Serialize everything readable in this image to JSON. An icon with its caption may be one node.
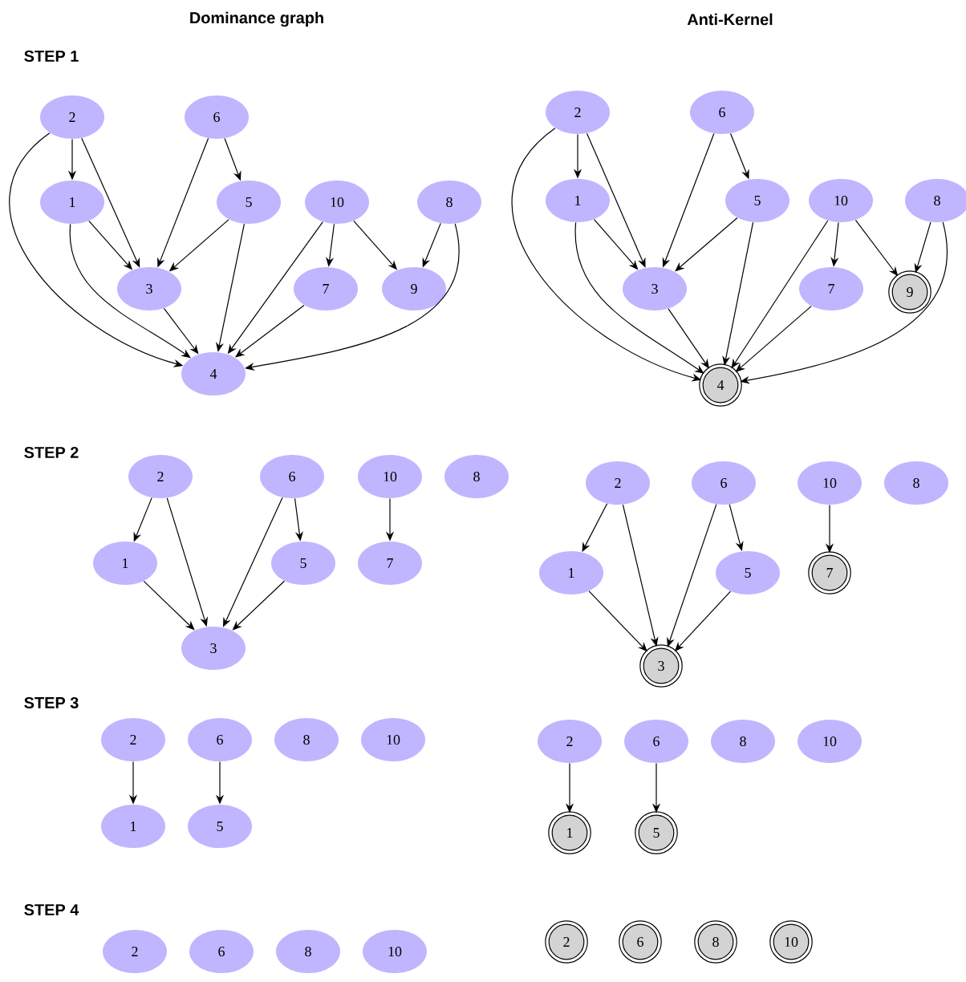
{
  "diagram": {
    "nodes": [
      {
        "text": [
          "2"
        ]
      },
      {
        "text": [
          "6"
        ]
      },
      {
        "text": [
          "1"
        ]
      },
      {
        "text": [
          "5"
        ]
      },
      {
        "text": [
          "10"
        ]
      },
      {
        "text": [
          "8"
        ]
      },
      {
        "text": [
          "3"
        ]
      },
      {
        "text": [
          "7"
        ]
      },
      {
        "text": [
          "9"
        ]
      },
      {
        "text": [
          "4"
        ]
      },
      {
        "text": [
          "2"
        ]
      },
      {
        "text": [
          "6"
        ]
      },
      {
        "text": [
          "1"
        ]
      },
      {
        "text": [
          "5"
        ]
      },
      {
        "text": [
          "10"
        ]
      },
      {
        "text": [
          "8"
        ]
      },
      {
        "text": [
          "3"
        ]
      },
      {
        "text": [
          "7"
        ]
      },
      {
        "text": [
          "9"
        ]
      },
      {
        "text": [
          "4"
        ]
      },
      {
        "text": [
          "2"
        ]
      },
      {
        "text": [
          "6"
        ]
      },
      {
        "text": [
          "10"
        ]
      },
      {
        "text": [
          "8"
        ]
      },
      {
        "text": [
          "1"
        ]
      },
      {
        "text": [
          "5"
        ]
      },
      {
        "text": [
          "7"
        ]
      },
      {
        "text": [
          "3"
        ]
      },
      {
        "text": [
          "2"
        ]
      },
      {
        "text": [
          "6"
        ]
      },
      {
        "text": [
          "10"
        ]
      },
      {
        "text": [
          "8"
        ]
      },
      {
        "text": [
          "1"
        ]
      },
      {
        "text": [
          "5"
        ]
      },
      {
        "text": [
          "7"
        ]
      },
      {
        "text": [
          "3"
        ]
      },
      {
        "text": [
          "2"
        ]
      },
      {
        "text": [
          "6"
        ]
      },
      {
        "text": [
          "8"
        ]
      },
      {
        "text": [
          "10"
        ]
      },
      {
        "text": [
          "1"
        ]
      },
      {
        "text": [
          "5"
        ]
      },
      {
        "text": [
          "2"
        ]
      },
      {
        "text": [
          "6"
        ]
      },
      {
        "text": [
          "8"
        ]
      },
      {
        "text": [
          "10"
        ]
      },
      {
        "text": [
          "1"
        ]
      },
      {
        "text": [
          "5"
        ]
      },
      {
        "text": [
          "2"
        ]
      },
      {
        "text": [
          "6"
        ]
      },
      {
        "text": [
          "8"
        ]
      },
      {
        "text": [
          "10"
        ]
      },
      {
        "text": [
          "2"
        ]
      },
      {
        "text": [
          "6"
        ]
      },
      {
        "text": [
          "8"
        ]
      },
      {
        "text": [
          "10"
        ]
      }
    ],
    "edges": [
      {
        "from": 0,
        "to": 2,
        "arrow": "to"
      },
      {
        "from": 0,
        "to": 6,
        "arrow": "to"
      },
      {
        "from": 0,
        "to": 9,
        "arrow": "to"
      },
      {
        "from": 1,
        "to": 6,
        "arrow": "to"
      },
      {
        "from": 1,
        "to": 3,
        "arrow": "to"
      },
      {
        "from": 2,
        "to": 6,
        "arrow": "to"
      },
      {
        "from": 2,
        "to": 9,
        "arrow": "to"
      },
      {
        "from": 3,
        "to": 6,
        "arrow": "to"
      },
      {
        "from": 3,
        "to": 9,
        "arrow": "to"
      },
      {
        "from": 4,
        "to": 7,
        "arrow": "to"
      },
      {
        "from": 4,
        "to": 8,
        "arrow": "to"
      },
      {
        "from": 4,
        "to": 9,
        "arrow": "to"
      },
      {
        "from": 5,
        "to": 8,
        "arrow": "to"
      },
      {
        "from": 5,
        "to": 9,
        "arrow": "to"
      },
      {
        "from": 6,
        "to": 9,
        "arrow": "to"
      },
      {
        "from": 7,
        "to": 9,
        "arrow": "to"
      },
      {
        "from": 10,
        "to": 12,
        "arrow": "to"
      },
      {
        "from": 10,
        "to": 16,
        "arrow": "to"
      },
      {
        "from": 10,
        "to": 19,
        "arrow": "to"
      },
      {
        "from": 11,
        "to": 16,
        "arrow": "to"
      },
      {
        "from": 11,
        "to": 13,
        "arrow": "to"
      },
      {
        "from": 12,
        "to": 16,
        "arrow": "to"
      },
      {
        "from": 12,
        "to": 19,
        "arrow": "to"
      },
      {
        "from": 13,
        "to": 16,
        "arrow": "to"
      },
      {
        "from": 13,
        "to": 19,
        "arrow": "to"
      },
      {
        "from": 14,
        "to": 17,
        "arrow": "to"
      },
      {
        "from": 14,
        "to": 18,
        "arrow": "to"
      },
      {
        "from": 14,
        "to": 19,
        "arrow": "to"
      },
      {
        "from": 15,
        "to": 18,
        "arrow": "to"
      },
      {
        "from": 15,
        "to": 19,
        "arrow": "to"
      },
      {
        "from": 16,
        "to": 19,
        "arrow": "to"
      },
      {
        "from": 17,
        "to": 19,
        "arrow": "to"
      },
      {
        "from": 20,
        "to": 24,
        "arrow": "to"
      },
      {
        "from": 20,
        "to": 27,
        "arrow": "to"
      },
      {
        "from": 21,
        "to": 27,
        "arrow": "to"
      },
      {
        "from": 21,
        "to": 25,
        "arrow": "to"
      },
      {
        "from": 22,
        "to": 26,
        "arrow": "to"
      },
      {
        "from": 24,
        "to": 27,
        "arrow": "to"
      },
      {
        "from": 25,
        "to": 27,
        "arrow": "to"
      },
      {
        "from": 28,
        "to": 32,
        "arrow": "to"
      },
      {
        "from": 28,
        "to": 35,
        "arrow": "to"
      },
      {
        "from": 29,
        "to": 35,
        "arrow": "to"
      },
      {
        "from": 29,
        "to": 33,
        "arrow": "to"
      },
      {
        "from": 30,
        "to": 34,
        "arrow": "to"
      },
      {
        "from": 32,
        "to": 35,
        "arrow": "to"
      },
      {
        "from": 33,
        "to": 35,
        "arrow": "to"
      },
      {
        "from": 36,
        "to": 40,
        "arrow": "to"
      },
      {
        "from": 37,
        "to": 41,
        "arrow": "to"
      },
      {
        "from": 42,
        "to": 46,
        "arrow": "to"
      },
      {
        "from": 43,
        "to": 47,
        "arrow": "to"
      }
    ],
    "labels": [
      "Dominance graph",
      "Anti-Kernel",
      "STEP 1",
      "STEP 2",
      "STEP 3",
      "STEP 4"
    ]
  }
}
